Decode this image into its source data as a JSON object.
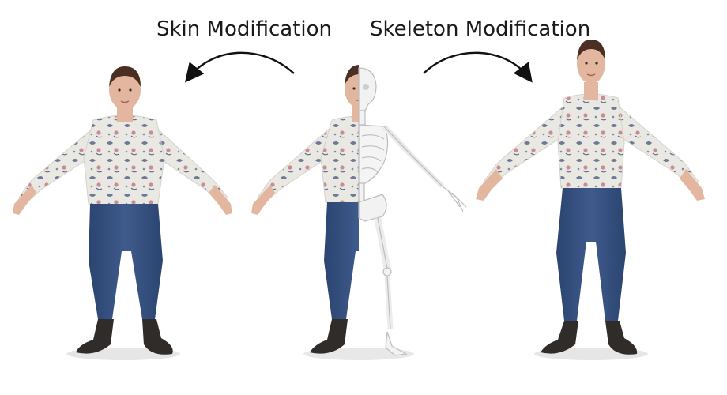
{
  "labels": {
    "skin_modification": "Skin Modification",
    "skeleton_modification": "Skeleton Modification"
  },
  "colors": {
    "sweater": "#e9e8e2",
    "sweater_pattern": "#5a6a8a",
    "sweater_flower": "#c98b95",
    "jeans": "#35507e",
    "skin": "#e3b79f",
    "hair": "#4a2f22",
    "boots": "#2f2c2a",
    "bone": "#f2f2f2",
    "bone_outline": "#bfbfbf",
    "arrow": "#111111"
  },
  "figures": [
    {
      "id": "skin-modified",
      "description_icon": "person-wide-icon"
    },
    {
      "id": "original-with-skeleton",
      "description_icon": "person-skeleton-icon"
    },
    {
      "id": "skeleton-modified",
      "description_icon": "person-tall-icon"
    }
  ]
}
